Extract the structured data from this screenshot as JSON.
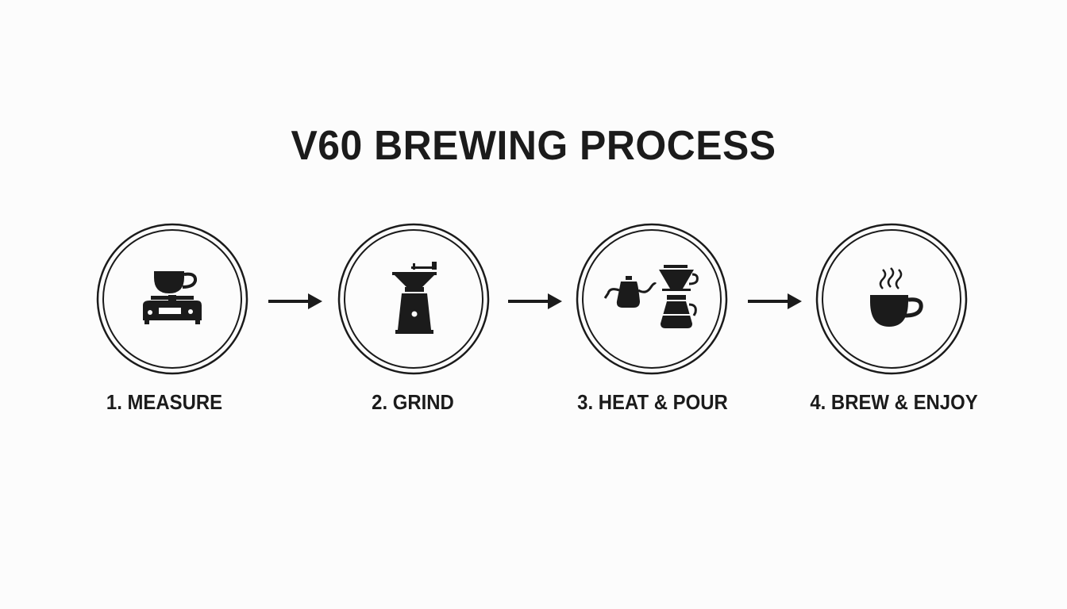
{
  "title": "V60 BREWING PROCESS",
  "colors": {
    "ink": "#1b1b1b",
    "background": "#fcfcfc"
  },
  "steps": [
    {
      "label": "1. MEASURE",
      "icon": "scale-with-cup-icon"
    },
    {
      "label": "2. GRIND",
      "icon": "coffee-grinder-icon"
    },
    {
      "label": "3. HEAT & POUR",
      "icon": "kettle-and-dripper-icon"
    },
    {
      "label": "4. BREW & ENJOY",
      "icon": "steaming-cup-icon"
    }
  ]
}
